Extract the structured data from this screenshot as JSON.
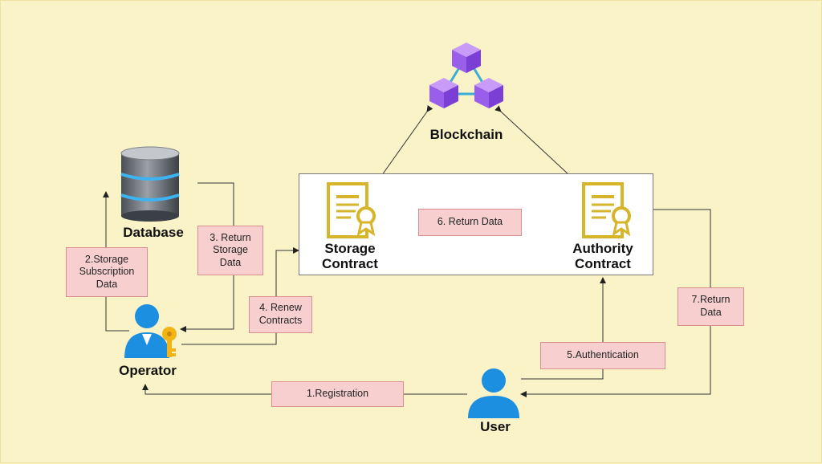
{
  "nodes": {
    "blockchain": "Blockchain",
    "database": "Database",
    "storage_contract": [
      "Storage",
      "Contract"
    ],
    "authority_contract": [
      "Authority",
      "Contract"
    ],
    "operator": "Operator",
    "user": "User"
  },
  "steps": {
    "registration": "1.Registration",
    "storage_subscription": [
      "2.Storage",
      "Subscription",
      "Data"
    ],
    "return_storage": [
      "3. Return",
      "Storage",
      "Data"
    ],
    "renew_contracts": [
      "4. Renew",
      "Contracts"
    ],
    "authentication": "5.Authentication",
    "return_data_6": "6. Return Data",
    "return_data_7": [
      "7.Return",
      "Data"
    ]
  },
  "colors": {
    "background": "#faf3c8",
    "step_fill": "#f8cfcf",
    "contract_gold": "#d7b52b",
    "cube_purple": "#a46cf0",
    "person_blue": "#1d8fe0"
  },
  "icons": [
    "blockchain-cubes-icon",
    "database-icon",
    "contract-document-icon",
    "operator-person-key-icon",
    "user-person-icon"
  ]
}
